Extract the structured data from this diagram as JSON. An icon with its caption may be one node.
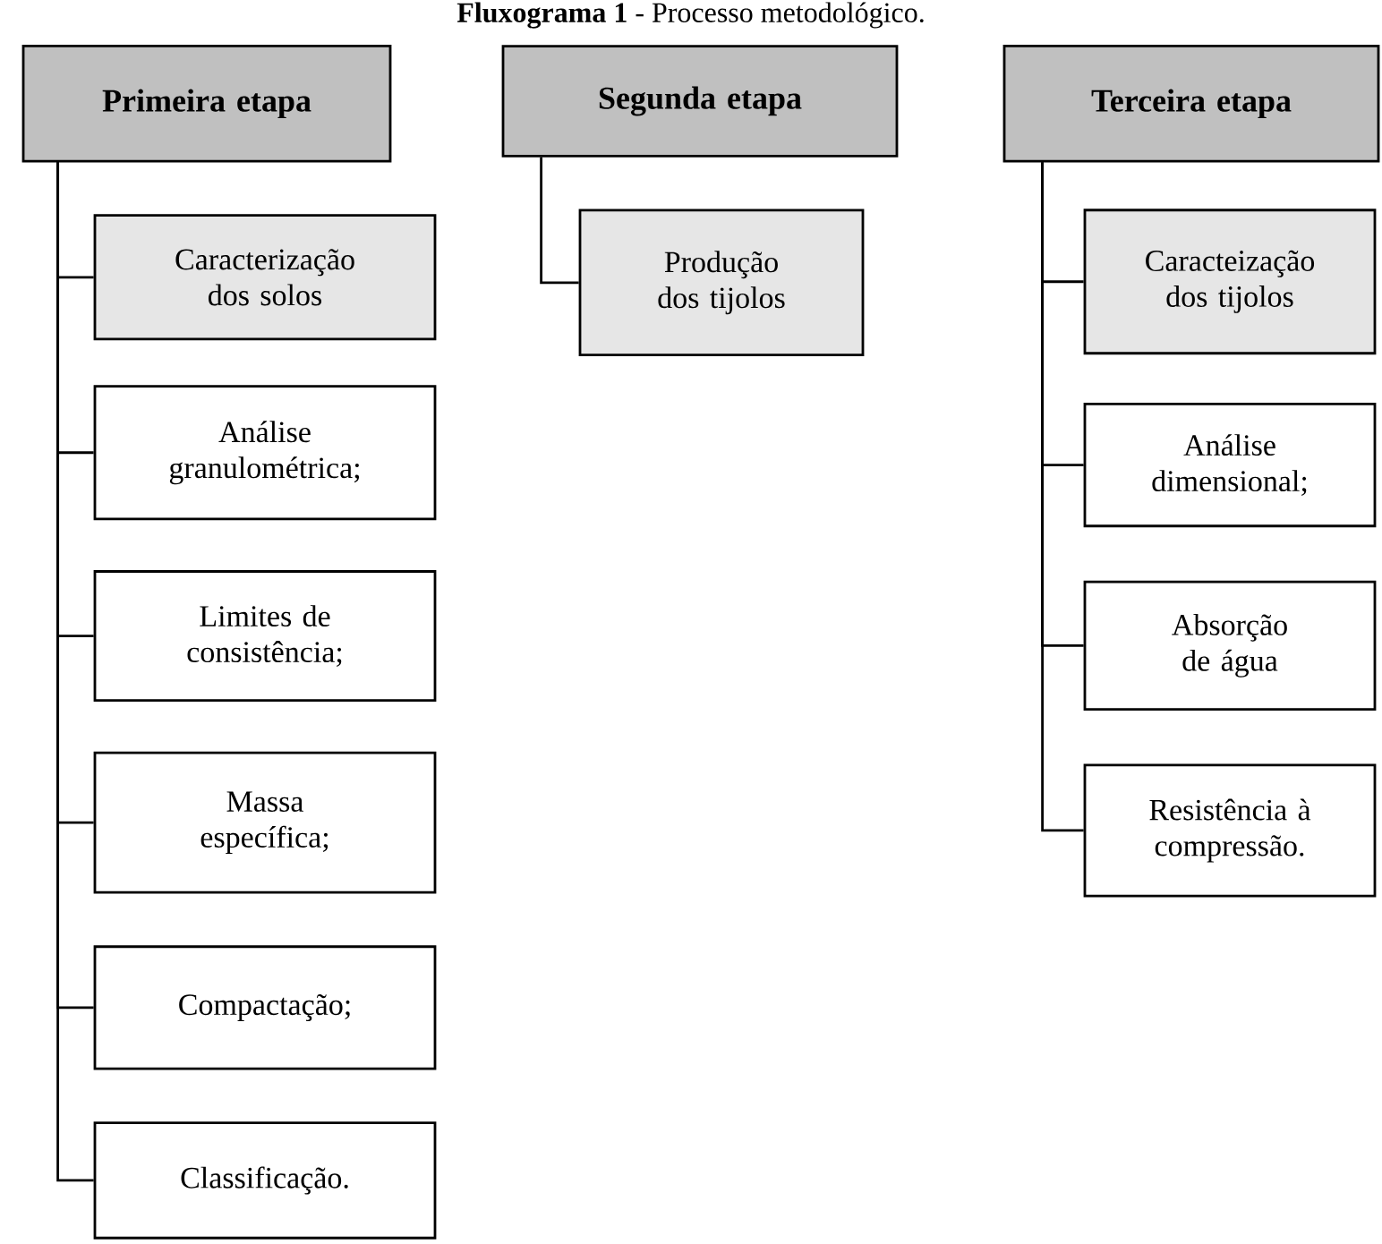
{
  "diagram": {
    "title": "**Fluxograma 1** - Processo metodológico.",
    "nodes": [
      {
        "text": [
          "Primeira etapa"
        ]
      },
      {
        "text": [
          "Caracterização dos solos"
        ]
      },
      {
        "text": [
          "Análise granulométrica;"
        ]
      },
      {
        "text": [
          "Limites de consistência;"
        ]
      },
      {
        "text": [
          "Massa específica;"
        ]
      },
      {
        "text": [
          "Compactação;"
        ]
      },
      {
        "text": [
          "Classificação."
        ]
      },
      {
        "text": [
          "Segunda etapa"
        ]
      },
      {
        "text": [
          "Produção dos tijolos"
        ]
      },
      {
        "text": [
          "Terceira etapa"
        ]
      },
      {
        "text": [
          "Caracteização dos tijolos"
        ]
      },
      {
        "text": [
          "Análise dimensional;"
        ]
      },
      {
        "text": [
          "Absorção de água"
        ]
      },
      {
        "text": [
          "Resistência à compressão."
        ]
      }
    ],
    "edges": [
      {
        "from": 0,
        "to": 1,
        "arrow": "none"
      },
      {
        "from": 0,
        "to": 2,
        "arrow": "none"
      },
      {
        "from": 0,
        "to": 3,
        "arrow": "none"
      },
      {
        "from": 0,
        "to": 4,
        "arrow": "none"
      },
      {
        "from": 0,
        "to": 5,
        "arrow": "none"
      },
      {
        "from": 0,
        "to": 6,
        "arrow": "none"
      },
      {
        "from": 7,
        "to": 8,
        "arrow": "none"
      },
      {
        "from": 9,
        "to": 10,
        "arrow": "none"
      },
      {
        "from": 9,
        "to": 11,
        "arrow": "none"
      },
      {
        "from": 9,
        "to": 12,
        "arrow": "none"
      },
      {
        "from": 9,
        "to": 13,
        "arrow": "none"
      }
    ]
  }
}
